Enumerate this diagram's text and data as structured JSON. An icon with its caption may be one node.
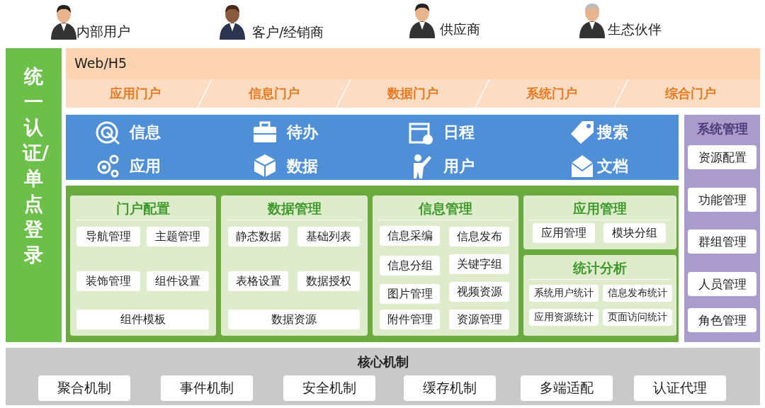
{
  "diagram": {
    "nodes": [
      {
        "text": [
          "统一认证/单点登录"
        ]
      },
      {
        "text": [
          "Web/H5"
        ]
      },
      {
        "text": [
          "应用门户"
        ],
        "in": 1
      },
      {
        "text": [
          "信息门户"
        ],
        "in": 1
      },
      {
        "text": [
          "数据门户"
        ],
        "in": 1
      },
      {
        "text": [
          "系统门户"
        ],
        "in": 1
      },
      {
        "text": [
          "综合门户"
        ],
        "in": 1
      },
      {
        "text": [],
        "shape": "box"
      },
      {
        "text": [
          "门户配置"
        ],
        "in": 7
      },
      {
        "text": [
          "导航管理"
        ],
        "in": 8
      },
      {
        "text": [
          "主题管理"
        ],
        "in": 8
      },
      {
        "text": [
          "装饰管理"
        ],
        "in": 8
      },
      {
        "text": [
          "组件设置"
        ],
        "in": 8
      },
      {
        "text": [
          "组件模板"
        ],
        "in": 8
      },
      {
        "text": [
          "数据管理"
        ],
        "in": 7
      },
      {
        "text": [
          "静态数据"
        ],
        "in": 14
      },
      {
        "text": [
          "基础列表"
        ],
        "in": 14
      },
      {
        "text": [
          "表格设置"
        ],
        "in": 14
      },
      {
        "text": [
          "数据授权"
        ],
        "in": 14
      },
      {
        "text": [
          "数据资源"
        ],
        "in": 14
      },
      {
        "text": [
          "信息管理"
        ],
        "in": 7
      },
      {
        "text": [
          "信息采编"
        ],
        "in": 20
      },
      {
        "text": [
          "信息发布"
        ],
        "in": 20
      },
      {
        "text": [
          "信息分组"
        ],
        "in": 20
      },
      {
        "text": [
          "关键字组"
        ],
        "in": 20
      },
      {
        "text": [
          "图片管理"
        ],
        "in": 20
      },
      {
        "text": [
          "视频资源"
        ],
        "in": 20
      },
      {
        "text": [
          "附件管理"
        ],
        "in": 20
      },
      {
        "text": [
          "资源管理"
        ],
        "in": 20
      },
      {
        "text": [
          "应用管理"
        ],
        "in": 7
      },
      {
        "text": [
          "应用管理"
        ],
        "in": 29
      },
      {
        "text": [
          "模块分组"
        ],
        "in": 29
      },
      {
        "text": [
          "统计分析"
        ],
        "in": 7
      },
      {
        "text": [
          "系统用户统计"
        ],
        "in": 32
      },
      {
        "text": [
          "信息发布统计"
        ],
        "in": 32
      },
      {
        "text": [
          "应用资源统计"
        ],
        "in": 32
      },
      {
        "text": [
          "页面访问统计"
        ],
        "in": 32
      },
      {
        "text": [
          "系统管理"
        ]
      },
      {
        "text": [
          "资源配置"
        ],
        "in": 37
      },
      {
        "text": [
          "功能管理"
        ],
        "in": 37
      },
      {
        "text": [
          "群组管理"
        ],
        "in": 37
      },
      {
        "text": [
          "人员管理"
        ],
        "in": 37
      },
      {
        "text": [
          "角色管理"
        ],
        "in": 37
      },
      {
        "text": [
          "核心机制"
        ]
      },
      {
        "text": [
          "聚合机制"
        ],
        "in": 43
      },
      {
        "text": [
          "事件机制"
        ],
        "in": 43
      },
      {
        "text": [
          "安全机制"
        ],
        "in": 43
      },
      {
        "text": [
          "缓存机制"
        ],
        "in": 43
      },
      {
        "text": [
          "多端适配"
        ],
        "in": 43
      },
      {
        "text": [
          "认证代理"
        ],
        "in": 43
      }
    ],
    "labels": [
      "内部用户",
      "客户/经销商",
      "供应商",
      "生态伙伴",
      "信息",
      "待办",
      "日程",
      "搜索",
      "应用",
      "数据",
      "用户",
      "文档"
    ]
  }
}
